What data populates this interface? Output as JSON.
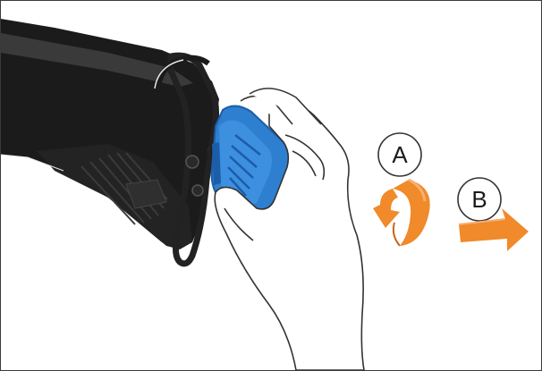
{
  "figure": {
    "steps": [
      {
        "label": "A",
        "arrow": "rotate-counterclockwise-arrow"
      },
      {
        "label": "B",
        "arrow": "pull-right-arrow"
      }
    ],
    "colors": {
      "arrow": "#f08a2a",
      "arrow_dark": "#c9661a",
      "part": "#2e7fd0",
      "part_dark": "#1c5da8",
      "housing": "#1b1b1b",
      "housing_mid": "#2c2c2c",
      "outline": "#333333"
    }
  }
}
